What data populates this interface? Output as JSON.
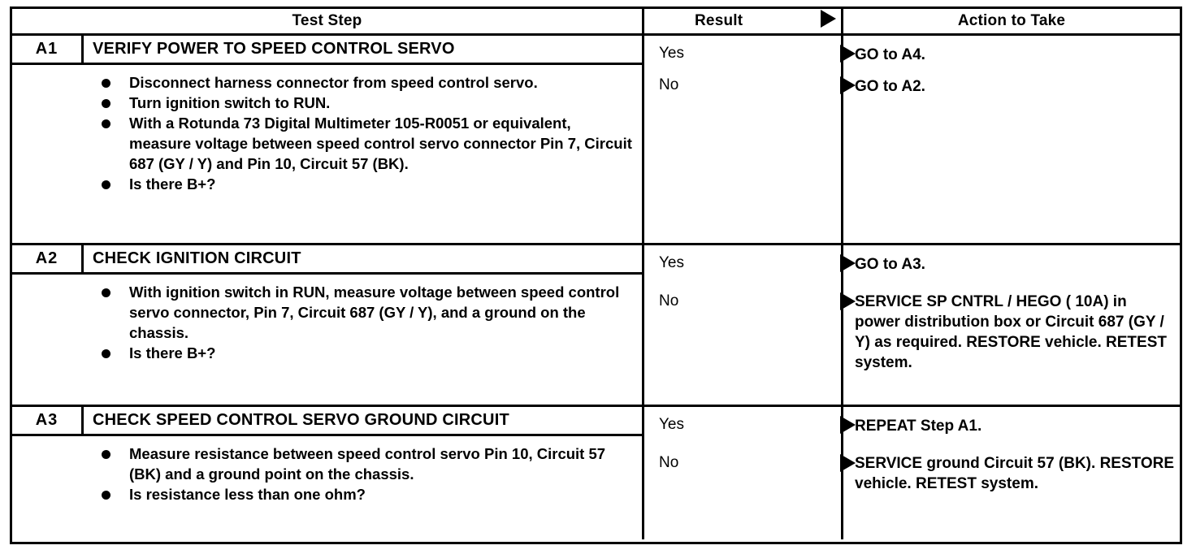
{
  "header": {
    "test_step": "Test Step",
    "result": "Result",
    "action": "Action to Take",
    "result_arrow_icon": "solid-right-triangle-icon"
  },
  "sections": [
    {
      "step_id": "A1",
      "title": "VERIFY POWER TO SPEED CONTROL SERVO",
      "bullets": [
        "Disconnect harness connector from speed control servo.",
        "Turn ignition switch  to RUN.",
        "With a Rotunda 73 Digital Multimeter 105-R0051 or equivalent, measure voltage between speed control servo connector Pin 7, Circuit 687 (GY / Y) and Pin 10, Circuit 57 (BK).",
        "Is there B+?"
      ],
      "results": [
        {
          "label": "Yes",
          "arrow_icon": "solid-right-triangle-icon",
          "action": "GO to A4."
        },
        {
          "label": "No",
          "arrow_icon": "solid-right-triangle-icon",
          "action": "GO to A2."
        }
      ]
    },
    {
      "step_id": "A2",
      "title": "CHECK IGNITION CIRCUIT",
      "bullets": [
        "With ignition switch  in RUN, measure voltage between speed control servo connector, Pin 7, Circuit 687 (GY / Y), and a ground on the chassis.",
        "Is there B+?"
      ],
      "results": [
        {
          "label": "Yes",
          "arrow_icon": "solid-right-triangle-icon",
          "action": "GO to A3."
        },
        {
          "label": "No",
          "arrow_icon": "solid-right-triangle-icon",
          "action": "SERVICE SP CNTRL / HEGO ( 10A) in power distribution box or Circuit 687 (GY / Y) as required. RESTORE vehicle. RETEST system."
        }
      ]
    },
    {
      "step_id": "A3",
      "title": "CHECK SPEED CONTROL SERVO GROUND CIRCUIT",
      "bullets": [
        "Measure resistance between speed control servo Pin 10, Circuit 57 (BK) and a ground point on the chassis.",
        "Is resistance less than one ohm?"
      ],
      "results": [
        {
          "label": "Yes",
          "arrow_icon": "solid-right-triangle-icon",
          "action": "REPEAT Step A1."
        },
        {
          "label": "No",
          "arrow_icon": "solid-right-triangle-icon",
          "action": "SERVICE ground Circuit 57 (BK). RESTORE vehicle. RETEST system."
        }
      ]
    }
  ],
  "colors": {
    "ink": "#000000",
    "paper": "#ffffff"
  }
}
